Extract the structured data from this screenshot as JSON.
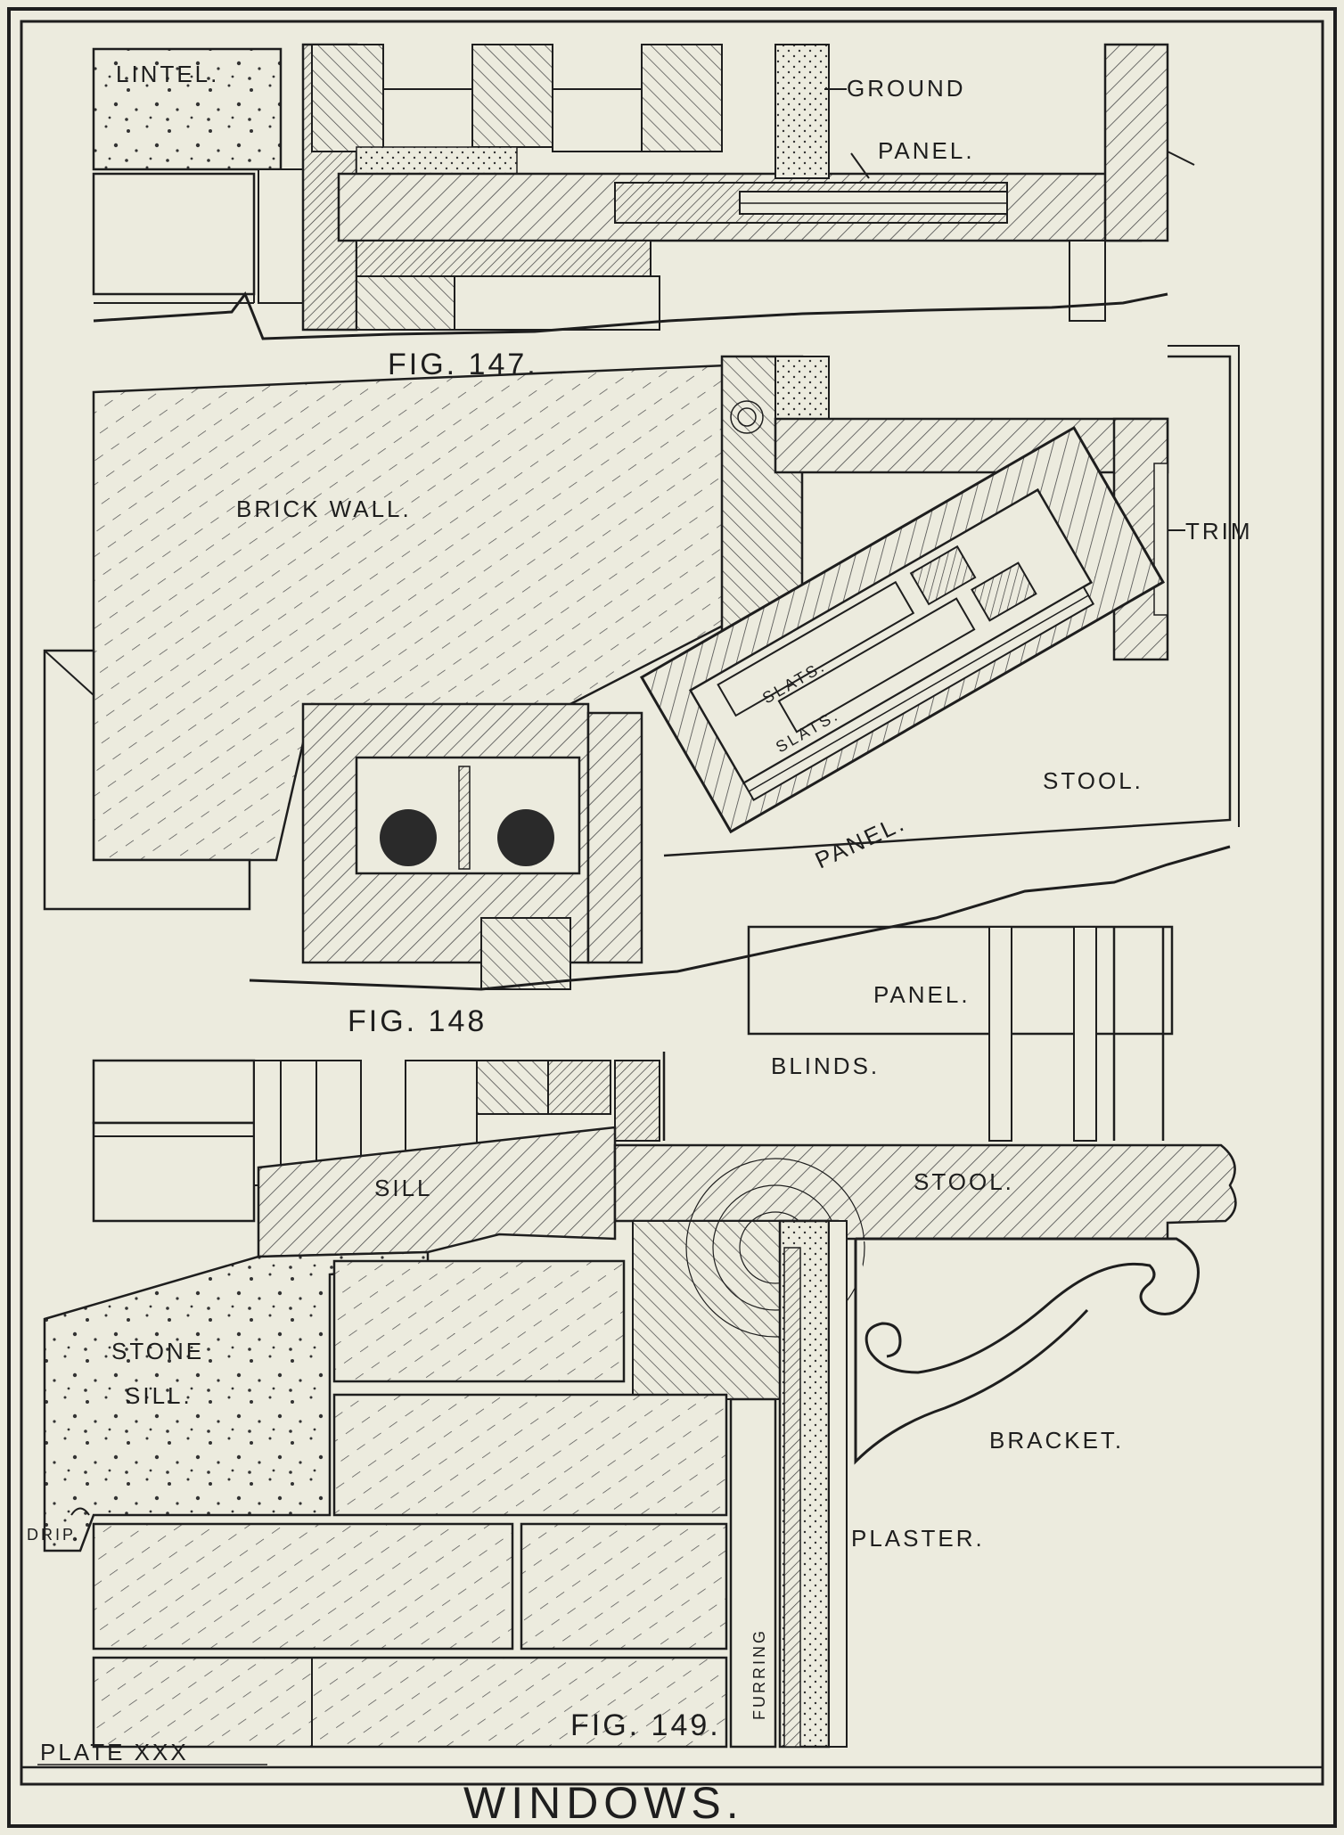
{
  "plate": {
    "title": "WINDOWS.",
    "plate_number": "PLATE XXX",
    "colors": {
      "paper": "#ecebde",
      "ink": "#1e1e1e",
      "hatch": "#4a4a4a",
      "dark": "#333333"
    }
  },
  "figures": {
    "fig147": {
      "caption": "FIG. 147.",
      "labels": {
        "lintel": "LINTEL.",
        "ground": "GROUND",
        "panel": "PANEL."
      }
    },
    "fig148": {
      "caption": "FIG. 148",
      "labels": {
        "brick_wall": "BRICK WALL.",
        "trim": "TRIM",
        "slats_1": "SLATS.",
        "slats_2": "SLATS.",
        "stool": "STOOL.",
        "panel": "PANEL.",
        "panel_2": "PANEL."
      }
    },
    "fig149": {
      "caption": "FIG. 149.",
      "labels": {
        "blinds": "BLINDS.",
        "sill": "SILL",
        "stool": "STOOL.",
        "stone_sill": "STONE",
        "stone_sill_2": "SILL.",
        "bracket": "BRACKET.",
        "plaster": "PLASTER.",
        "furring": "FURRING",
        "drip": "DRIP."
      }
    }
  }
}
